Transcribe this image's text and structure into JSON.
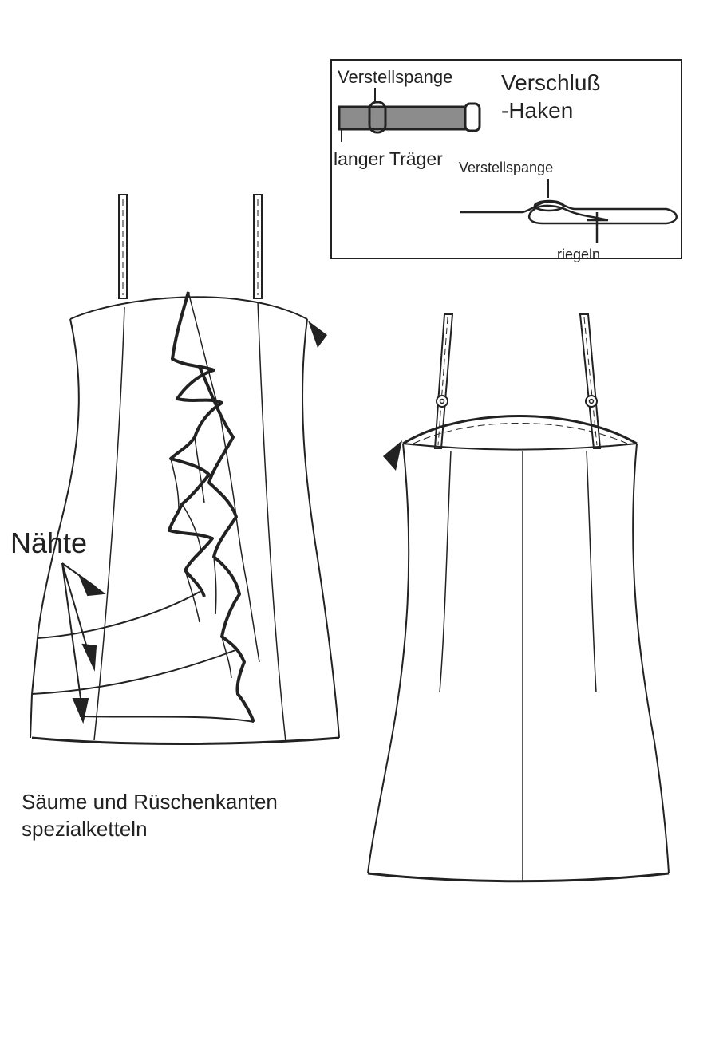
{
  "inset": {
    "adjuster_label_top": "Verstellspange",
    "closure_title_line1": "Verschluß",
    "closure_title_line2": "-Haken",
    "long_strap_label": "langer Träger",
    "adjuster_label_bottom": "Verstellspange",
    "bartack_label": "riegeln"
  },
  "front_view": {
    "seams_label": "Nähte"
  },
  "note": {
    "line1": "Säume und Rüschenkanten",
    "line2": "spezialketteln"
  },
  "colors": {
    "ink": "#222222",
    "strap_fill": "#8c8c8c",
    "paper": "#ffffff"
  }
}
